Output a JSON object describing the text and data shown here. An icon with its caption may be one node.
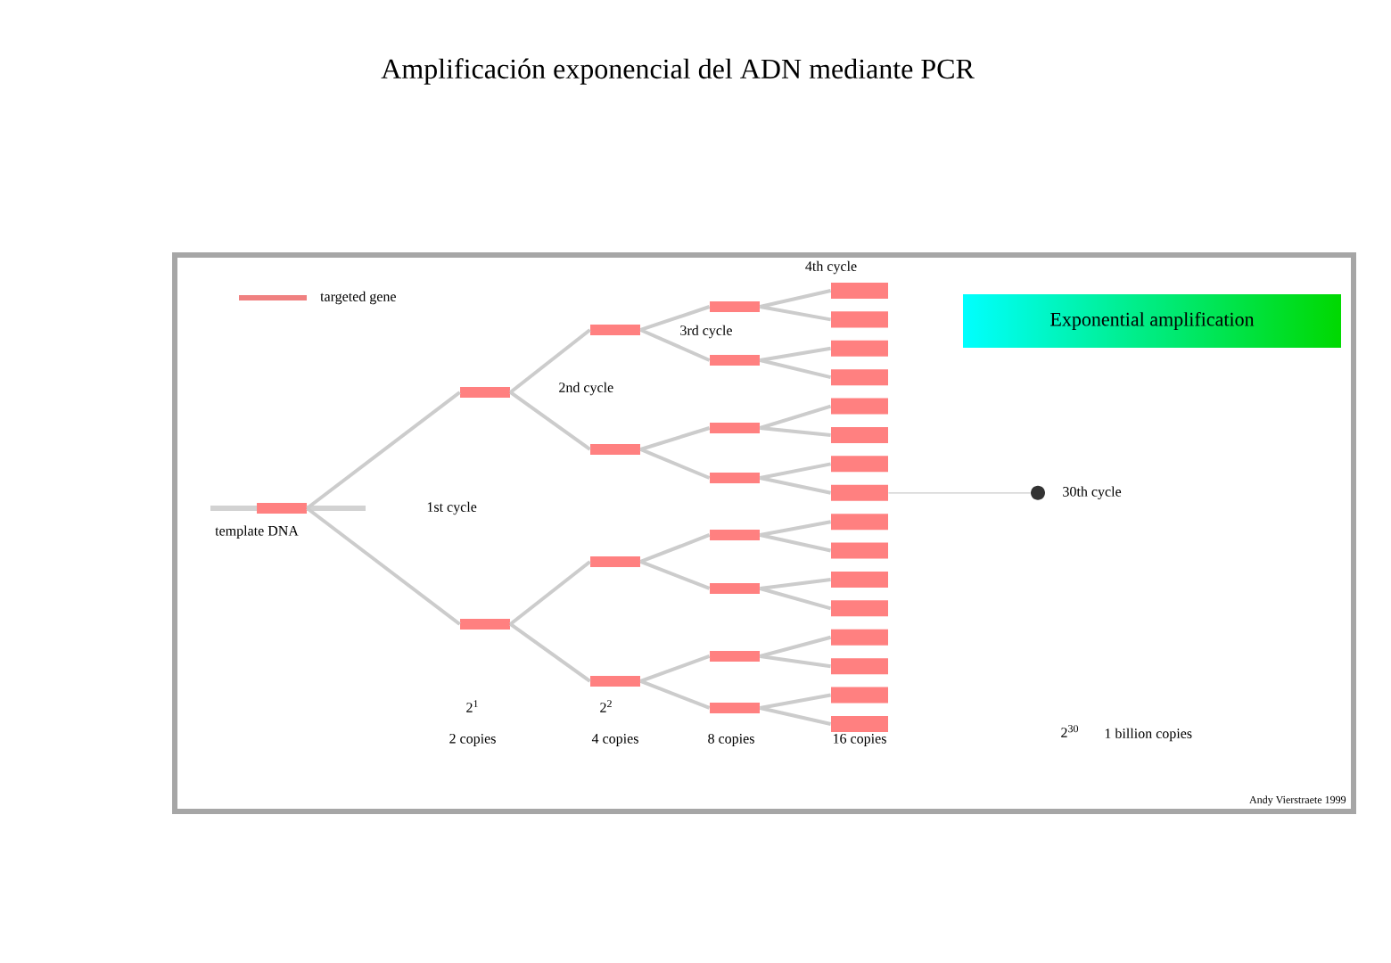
{
  "diagram": {
    "title": "Amplificación exponencial del ADN mediante PCR",
    "nodes": [
      {
        "text": [],
        "shape": "bar",
        "beside": [
          "template DNA"
        ]
      },
      {
        "text": [],
        "shape": "bar"
      },
      {
        "text": [],
        "shape": "bar"
      },
      {
        "text": [],
        "shape": "bar"
      },
      {
        "text": [],
        "shape": "bar"
      },
      {
        "text": [],
        "shape": "bar"
      },
      {
        "text": [],
        "shape": "bar"
      },
      {
        "text": [],
        "shape": "bar"
      },
      {
        "text": [],
        "shape": "bar"
      },
      {
        "text": [],
        "shape": "bar"
      },
      {
        "text": [],
        "shape": "bar"
      },
      {
        "text": [],
        "shape": "bar"
      },
      {
        "text": [],
        "shape": "bar"
      },
      {
        "text": [],
        "shape": "bar"
      },
      {
        "text": [],
        "shape": "bar"
      },
      {
        "text": [],
        "shape": "bar"
      },
      {
        "text": [],
        "shape": "bar"
      },
      {
        "text": [],
        "shape": "bar"
      },
      {
        "text": [],
        "shape": "bar"
      },
      {
        "text": [],
        "shape": "bar"
      },
      {
        "text": [],
        "shape": "bar"
      },
      {
        "text": [],
        "shape": "bar"
      },
      {
        "text": [],
        "shape": "bar"
      },
      {
        "text": [],
        "shape": "bar"
      },
      {
        "text": [],
        "shape": "bar"
      },
      {
        "text": [],
        "shape": "bar"
      },
      {
        "text": [],
        "shape": "bar"
      },
      {
        "text": [],
        "shape": "bar"
      },
      {
        "text": [],
        "shape": "bar"
      },
      {
        "text": [],
        "shape": "bar"
      },
      {
        "text": [],
        "shape": "bar"
      },
      {
        "text": [],
        "shape": "circle",
        "beside": [
          "30th cycle"
        ]
      },
      {
        "text": [
          "Exponential amplification"
        ]
      }
    ],
    "edges": [
      {
        "from": 0,
        "to": 1,
        "arrow": "none"
      },
      {
        "from": 0,
        "to": 2,
        "arrow": "none"
      },
      {
        "from": 1,
        "to": 3,
        "arrow": "none"
      },
      {
        "from": 1,
        "to": 4,
        "arrow": "none"
      },
      {
        "from": 2,
        "to": 5,
        "arrow": "none"
      },
      {
        "from": 2,
        "to": 6,
        "arrow": "none"
      },
      {
        "from": 3,
        "to": 7,
        "arrow": "none"
      },
      {
        "from": 3,
        "to": 8,
        "arrow": "none"
      },
      {
        "from": 4,
        "to": 9,
        "arrow": "none"
      },
      {
        "from": 4,
        "to": 10,
        "arrow": "none"
      },
      {
        "from": 5,
        "to": 11,
        "arrow": "none"
      },
      {
        "from": 5,
        "to": 12,
        "arrow": "none"
      },
      {
        "from": 6,
        "to": 13,
        "arrow": "none"
      },
      {
        "from": 6,
        "to": 14,
        "arrow": "none"
      },
      {
        "from": 7,
        "to": 15,
        "arrow": "none"
      },
      {
        "from": 7,
        "to": 16,
        "arrow": "none"
      },
      {
        "from": 8,
        "to": 17,
        "arrow": "none"
      },
      {
        "from": 8,
        "to": 18,
        "arrow": "none"
      },
      {
        "from": 9,
        "to": 19,
        "arrow": "none"
      },
      {
        "from": 9,
        "to": 20,
        "arrow": "none"
      },
      {
        "from": 10,
        "to": 21,
        "arrow": "none"
      },
      {
        "from": 10,
        "to": 22,
        "arrow": "none"
      },
      {
        "from": 11,
        "to": 23,
        "arrow": "none"
      },
      {
        "from": 11,
        "to": 24,
        "arrow": "none"
      },
      {
        "from": 12,
        "to": 25,
        "arrow": "none"
      },
      {
        "from": 12,
        "to": 26,
        "arrow": "none"
      },
      {
        "from": 13,
        "to": 27,
        "arrow": "none"
      },
      {
        "from": 13,
        "to": 28,
        "arrow": "none"
      },
      {
        "from": 14,
        "to": 29,
        "arrow": "none"
      },
      {
        "from": 14,
        "to": 30,
        "arrow": "none"
      },
      {
        "from": 22,
        "to": 31,
        "arrow": "none"
      }
    ],
    "labels": [
      "1st cycle",
      "2nd cycle",
      "3rd cycle",
      "4th cycle",
      "2$^{1}$",
      "2 copies",
      "2$^{2}$",
      "4 copies",
      "8 copies",
      "16 copies",
      "2$^{30}$",
      "1 billion copies",
      "Andy Vierstraete 1999"
    ],
    "legend": [
      {
        "text": "targeted gene",
        "color": "#f08080"
      }
    ]
  }
}
